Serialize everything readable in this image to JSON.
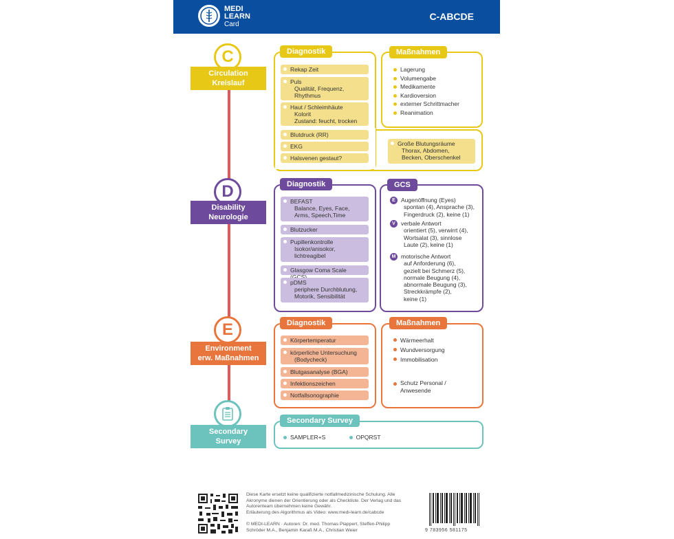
{
  "header": {
    "logo_line1": "MEDI",
    "logo_line2": "LEARN",
    "logo_sub": "Card",
    "title": "C-ABCDE",
    "color": "#0a4ea0"
  },
  "colors": {
    "c": "#e8c816",
    "c_light": "#f4e08c",
    "d": "#6e4a9c",
    "d_light": "#cbbde0",
    "e": "#e8763c",
    "e_light": "#f4b594",
    "s": "#6cc2bd",
    "rail": "#e05a5a"
  },
  "sections": {
    "c": {
      "letter": "C",
      "label1": "Circulation",
      "label2": "Kreislauf",
      "diagnostik_tag": "Diagnostik",
      "items": [
        {
          "title": "Rekap Zeit"
        },
        {
          "title": "Puls",
          "sub1": "Qualität, Frequenz,",
          "sub2": "Rhythmus"
        },
        {
          "title": "Haut / Schleimhäute",
          "sub1": "Kolorit",
          "sub2": "Zustand: feucht, trocken"
        },
        {
          "title": "Blutdruck (RR)"
        },
        {
          "title": "EKG"
        },
        {
          "title": "Halsvenen gestaut?"
        }
      ],
      "massnahmen_tag": "Maßnahmen",
      "massnahmen": [
        "Lagerung",
        "Volumengabe",
        "Medikamente",
        "Kardioversion",
        "externer Schrittmacher",
        "Reanimation"
      ],
      "blutung": {
        "title": "Große Blutungsräume",
        "sub1": "Thorax, Abdomen,",
        "sub2": "Becken, Oberschenkel"
      }
    },
    "d": {
      "letter": "D",
      "label1": "Disability",
      "label2": "Neurologie",
      "diagnostik_tag": "Diagnostik",
      "items": [
        {
          "title": "BEFAST",
          "sub1": "Balance, Eyes, Face,",
          "sub2": "Arms, Speech,Time"
        },
        {
          "title": "Blutzucker"
        },
        {
          "title": "Pupillenkontrolle",
          "sub1": "Isokor/anisokor,",
          "sub2": "lichtreagibel"
        },
        {
          "title": "Glasgow Coma Scale (GCS)"
        },
        {
          "title": "pDMS",
          "sub1": "periphere Durchblutung,",
          "sub2": "Motorik, Sensibilität"
        }
      ],
      "gcs_tag": "GCS",
      "gcs": [
        {
          "badge": "E",
          "title": "Augenöffnung (Eyes)",
          "l1": "spontan (4), Ansprache (3),",
          "l2": "Fingerdruck (2), keine (1)"
        },
        {
          "badge": "V",
          "title": "verbale Antwort",
          "l1": "orientiert (5), verwirrt (4),",
          "l2": "Wortsalat (3), sinnlose",
          "l3": "Laute (2), keine (1)"
        },
        {
          "badge": "M",
          "title": "motorische Antwort",
          "l1": "auf Anforderung (6),",
          "l2": "gezielt bei Schmerz (5),",
          "l3": "normale Beugung (4),",
          "l4": "abnormale Beugung (3),",
          "l5": "Streckkrämpfe (2),",
          "l6": "keine (1)"
        }
      ]
    },
    "e": {
      "letter": "E",
      "label1": "Environment",
      "label2": "erw. Maßnahmen",
      "diagnostik_tag": "Diagnostik",
      "items": [
        {
          "title": "Körpertemperatur"
        },
        {
          "title": "körperliche Untersuchung",
          "sub1": "(Bodycheck)"
        },
        {
          "title": "Blutgasanalyse (BGA)"
        },
        {
          "title": "Infektionszeichen"
        },
        {
          "title": "Notfallsonographie"
        }
      ],
      "massnahmen_tag": "Maßnahmen",
      "massnahmen": [
        "Wärmeerhalt",
        "Wundversorgung",
        "Immobilisation"
      ],
      "schutz1": "Schutz Personal /",
      "schutz2": "Anwesende"
    },
    "s": {
      "label1": "Secondary",
      "label2": "Survey",
      "tag": "Secondary Survey",
      "items": [
        "SAMPLER+S",
        "OPQRST"
      ]
    }
  },
  "footer": {
    "disclaimer1": "Diese Karte ersetzt keine qualifizierte notfallmedizinische Schulung. Alle",
    "disclaimer2": "Akronyme dienen der Orientierung oder als Checkliste. Der Verlag und das",
    "disclaimer3": "Autorenteam übernehmen keine Gewähr.",
    "disclaimer4": "Erläuterung des Algorithmus als Video: www.medi-learn.de/cabcde",
    "authors1": "© MEDI-LEARN · Autoren: Dr. med. Thomas Plappert, Steffen-Philipp",
    "authors2": "Schröder M.A., Benjamin Karaß M.A., Christian Weier",
    "barcode_number": "9 783956 581175"
  }
}
